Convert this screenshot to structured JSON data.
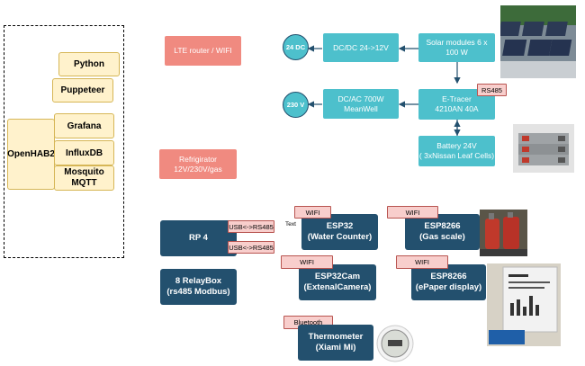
{
  "software": {
    "python": "Python",
    "puppeteer": "Puppeteer",
    "openhab": "OpenHAB2",
    "grafana": "Grafana",
    "influxdb": "InfluxDB",
    "mosquitto": "Mosquito\nMQTT"
  },
  "power": {
    "lte_router": "LTE router / WIFI",
    "refrigirator": "Refrigirator\n12V/230V/gas",
    "v24dc": "24 DC",
    "dcdc": "DC/DC 24->12V",
    "solar": "Solar modules  6 x\n100 W",
    "v230": "230 V",
    "dcac": "DC/AC 700W\nMeanWell",
    "etracer": "E-Tracer\n4210AN 40A",
    "rs485_tag": "RS485",
    "battery": "Battery 24V\n( 3xNissan Leaf Cells)"
  },
  "devices": {
    "rp4": "RP 4",
    "usb1": "USB<->RS485",
    "usb2": "USB<->RS485",
    "text_label": "Text",
    "wifi1": "WIFI",
    "esp32": "ESP32\n(Water Counter)",
    "wifi2": "WIFI",
    "esp8266_gas": "ESP8266\n(Gas scale)",
    "relaybox": "8 RelayBox\n(rs485 Modbus)",
    "wifi3": "WIFI",
    "esp32cam": "ESP32Cam\n(ExtenalCamera)",
    "wifi4": "WIFI",
    "esp8266_epaper": "ESP8266\n(ePaper display)",
    "bluetooth": "Bluetooth",
    "thermometer": "Thermometer\n(Xiami Mi)"
  }
}
